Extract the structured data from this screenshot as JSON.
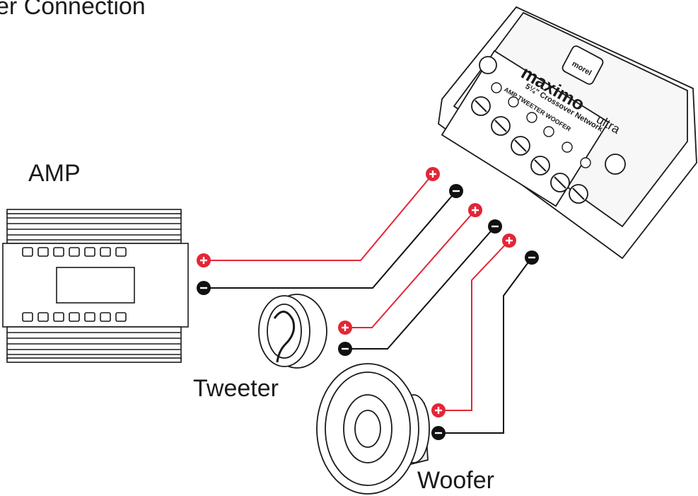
{
  "labels": {
    "title": "er Connection",
    "amp": "AMP",
    "tweeter": "Tweeter",
    "woofer": "Woofer"
  },
  "crossover": {
    "brand": "maximo",
    "brand_suffix": "ultra",
    "maker": "morel",
    "model": "5¼\" Crossover Network",
    "terminals": "AMP TWEETER WOOFER"
  },
  "colors": {
    "positive_wire": "#e32636",
    "negative_wire": "#111111",
    "outline": "#1a1a1a"
  },
  "icons": {
    "positive": "plus-terminal-icon",
    "negative": "minus-terminal-icon"
  }
}
